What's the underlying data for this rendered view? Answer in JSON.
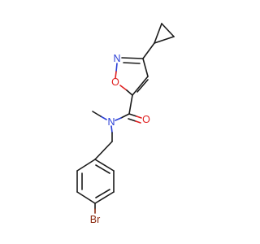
{
  "molecule": {
    "atoms": {
      "isoxazole_n": "N",
      "isoxazole_o": "O",
      "carbonyl_o": "O",
      "amide_n": "N",
      "bromine": "Br"
    },
    "colors": {
      "bond": "#1a1a1a",
      "nitrogen": "#2a3fd6",
      "oxygen": "#e02020",
      "bromine": "#8a2a10",
      "background": "#ffffff"
    }
  }
}
